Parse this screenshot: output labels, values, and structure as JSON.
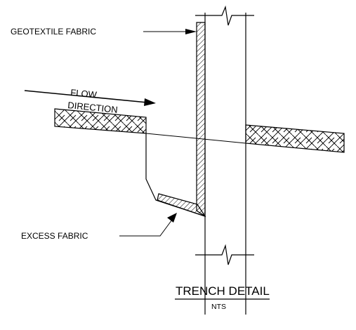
{
  "diagram": {
    "geotextile_label": "GEOTEXTILE FABRIC",
    "flow_label_line1": "FLOW",
    "flow_label_line2": "DIRECTION",
    "excess_label": "EXCESS FABRIC",
    "title": "TRENCH DETAIL",
    "subtitle": "NTS"
  },
  "colors": {
    "line": "#000000",
    "background": "#ffffff"
  }
}
